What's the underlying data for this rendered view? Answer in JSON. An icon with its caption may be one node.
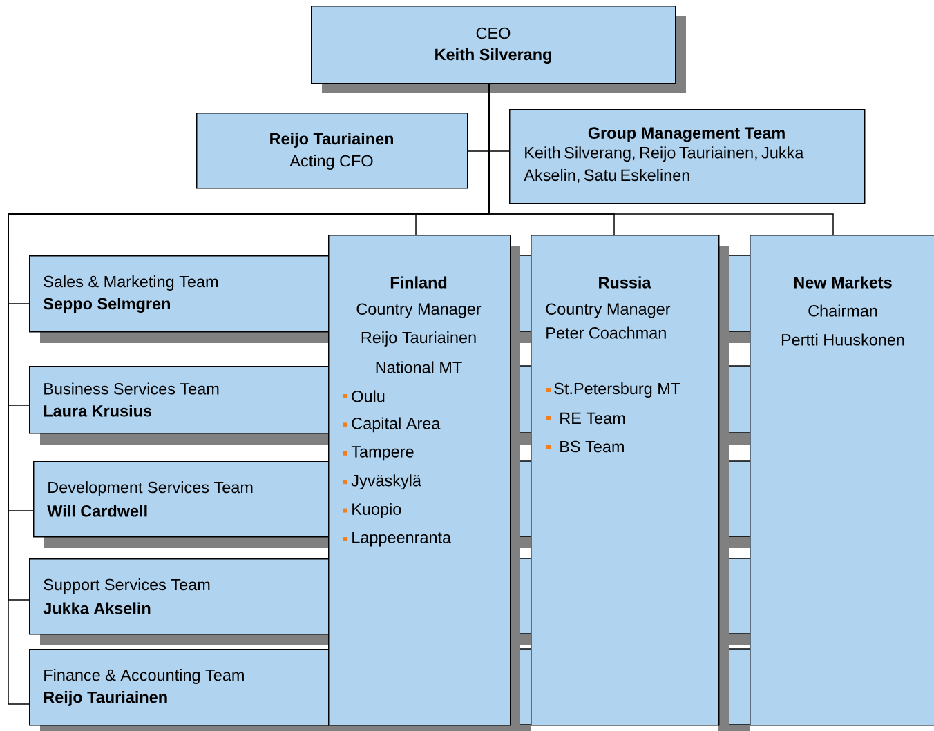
{
  "diagram": {
    "nodes": [
      {
        "text": [
          "CEO",
          "Keith Silverang"
        ]
      },
      {
        "text": [
          "Reijo Tauriainen",
          "Acting CFO"
        ]
      },
      {
        "text": [
          "Group Management Team",
          "Keith Silverang, Reijo Tauriainen, Jukka Akselin, Satu Eskelinen"
        ]
      },
      {
        "text": [
          "Finland",
          "Country Manager",
          "Reijo Tauriainen",
          "National MT",
          "Oulu",
          "Capital Area",
          "Tampere",
          "Jyväskylä",
          "Kuopio",
          "Lappeenranta"
        ]
      },
      {
        "text": [
          "Russia",
          "Country Manager",
          "Peter Coachman",
          "St.Petersburg  MT",
          "RE Team",
          "BS Team"
        ]
      },
      {
        "text": [
          "New Markets",
          "Chairman",
          "Pertti Huuskonen"
        ]
      },
      {
        "text": [
          "Sales & Marketing Team",
          "Seppo Selmgren"
        ]
      },
      {
        "text": [
          "Business Services Team",
          "Laura Krusius"
        ]
      },
      {
        "text": [
          "Development Services Team",
          "Will Cardwell"
        ]
      },
      {
        "text": [
          "Support Services Team",
          "Jukka Akselin"
        ]
      },
      {
        "text": [
          "Finance & Accounting Team",
          "Reijo Tauriainen"
        ]
      }
    ],
    "edges": [
      {
        "from": 0,
        "to": 1,
        "arrow": "none"
      },
      {
        "from": 0,
        "to": 2,
        "arrow": "none"
      },
      {
        "from": 0,
        "to": 3,
        "arrow": "none"
      },
      {
        "from": 0,
        "to": 4,
        "arrow": "none"
      },
      {
        "from": 0,
        "to": 5,
        "arrow": "none"
      },
      {
        "from": 0,
        "to": 6,
        "arrow": "none"
      },
      {
        "from": 0,
        "to": 7,
        "arrow": "none"
      },
      {
        "from": 0,
        "to": 8,
        "arrow": "none"
      },
      {
        "from": 0,
        "to": 9,
        "arrow": "none"
      },
      {
        "from": 0,
        "to": 10,
        "arrow": "none"
      }
    ]
  }
}
